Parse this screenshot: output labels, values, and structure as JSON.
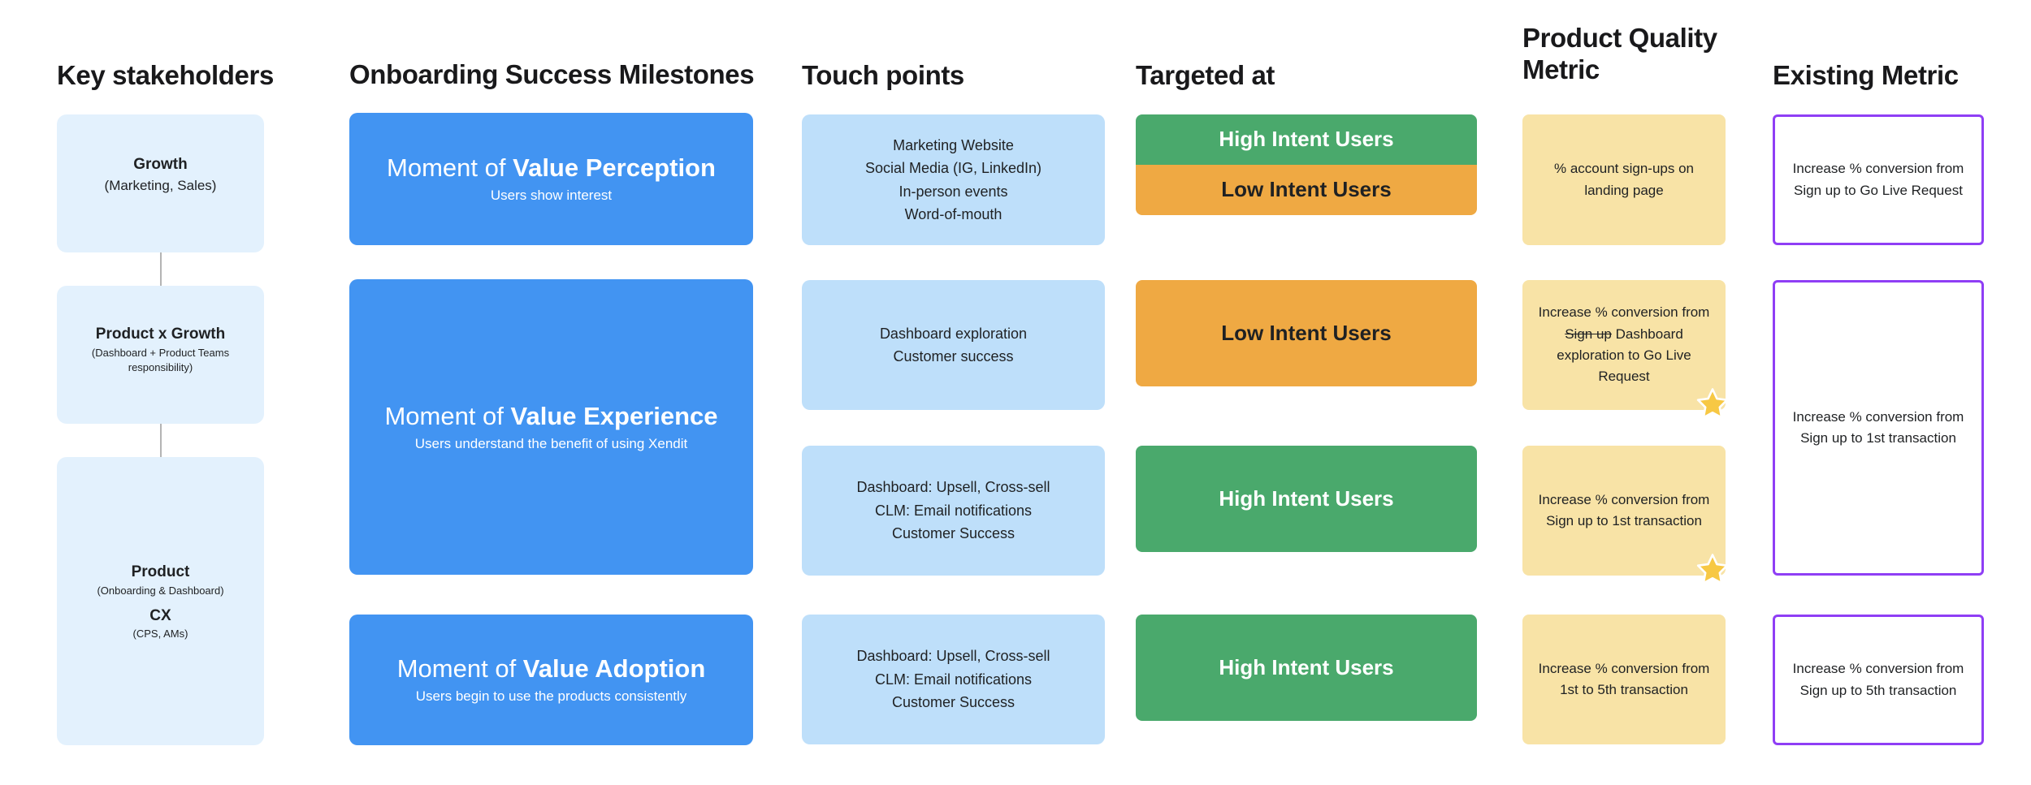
{
  "columns": {
    "stakeholders": {
      "title": "Key stakeholders"
    },
    "milestones": {
      "title": "Onboarding Success Milestones"
    },
    "touchpoints": {
      "title": "Touch points"
    },
    "targeted": {
      "title": "Targeted at"
    },
    "quality": {
      "title": "Product Quality Metric"
    },
    "existing": {
      "title": "Existing Metric"
    }
  },
  "stakeholders": [
    {
      "name": "Growth",
      "detail": "(Marketing, Sales)"
    },
    {
      "name": "Product x Growth",
      "detail_line1": "(Dashboard + Product Teams",
      "detail_line2": "responsibility)"
    },
    {
      "name": "Product",
      "detail": "(Onboarding & Dashboard)",
      "name2": "CX",
      "detail2": "(CPS, AMs)"
    }
  ],
  "milestones": [
    {
      "prefix": "Moment of ",
      "emphasis": "Value Perception",
      "subtitle": "Users show interest"
    },
    {
      "prefix": "Moment of ",
      "emphasis": "Value Experience",
      "subtitle": "Users understand the benefit of using Xendit"
    },
    {
      "prefix": "Moment of ",
      "emphasis": "Value Adoption",
      "subtitle": "Users begin to use the products consistently"
    }
  ],
  "touchpoints": [
    {
      "lines": [
        "Marketing Website",
        "Social Media (IG, LinkedIn)",
        "In-person events",
        "Word-of-mouth"
      ]
    },
    {
      "lines": [
        "Dashboard exploration",
        "Customer success"
      ]
    },
    {
      "lines": [
        "Dashboard: Upsell, Cross-sell",
        "CLM: Email notifications",
        "Customer Success"
      ]
    },
    {
      "lines": [
        "Dashboard: Upsell, Cross-sell",
        "CLM: Email notifications",
        "Customer Success"
      ]
    }
  ],
  "targeted": [
    {
      "label": "High Intent Users",
      "tone": "green"
    },
    {
      "label": "Low Intent Users",
      "tone": "orange"
    },
    {
      "label": "Low Intent Users",
      "tone": "orange"
    },
    {
      "label": "High Intent Users",
      "tone": "green"
    },
    {
      "label": "High Intent Users",
      "tone": "green"
    }
  ],
  "quality": [
    {
      "text": "% account sign-ups on landing page",
      "starred": false
    },
    {
      "part1": "Increase % conversion from ",
      "struck": "Sign up",
      "part2": " Dashboard exploration to Go Live Request",
      "starred": true
    },
    {
      "text": "Increase % conversion from Sign up to 1st transaction",
      "starred": true
    },
    {
      "text": "Increase % conversion from 1st to 5th transaction",
      "starred": false
    }
  ],
  "existing": [
    {
      "text": "Increase % conversion from Sign up to Go Live Request"
    },
    {
      "text": "Increase % conversion from Sign up to 1st transaction"
    },
    {
      "text": "Increase % conversion from Sign up to 5th transaction"
    }
  ],
  "colors": {
    "stakeholder_bg": "#e3f1fd",
    "milestone_bg": "#4294f2",
    "touchpoint_bg": "#bedffa",
    "high_intent": "#4aa96c",
    "low_intent": "#efa943",
    "quality_bg": "#f8e3a6",
    "existing_border": "#8f3ef5",
    "star": "#f7c844",
    "arrow": "#b4b4b4",
    "heading_text": "#19191b"
  }
}
